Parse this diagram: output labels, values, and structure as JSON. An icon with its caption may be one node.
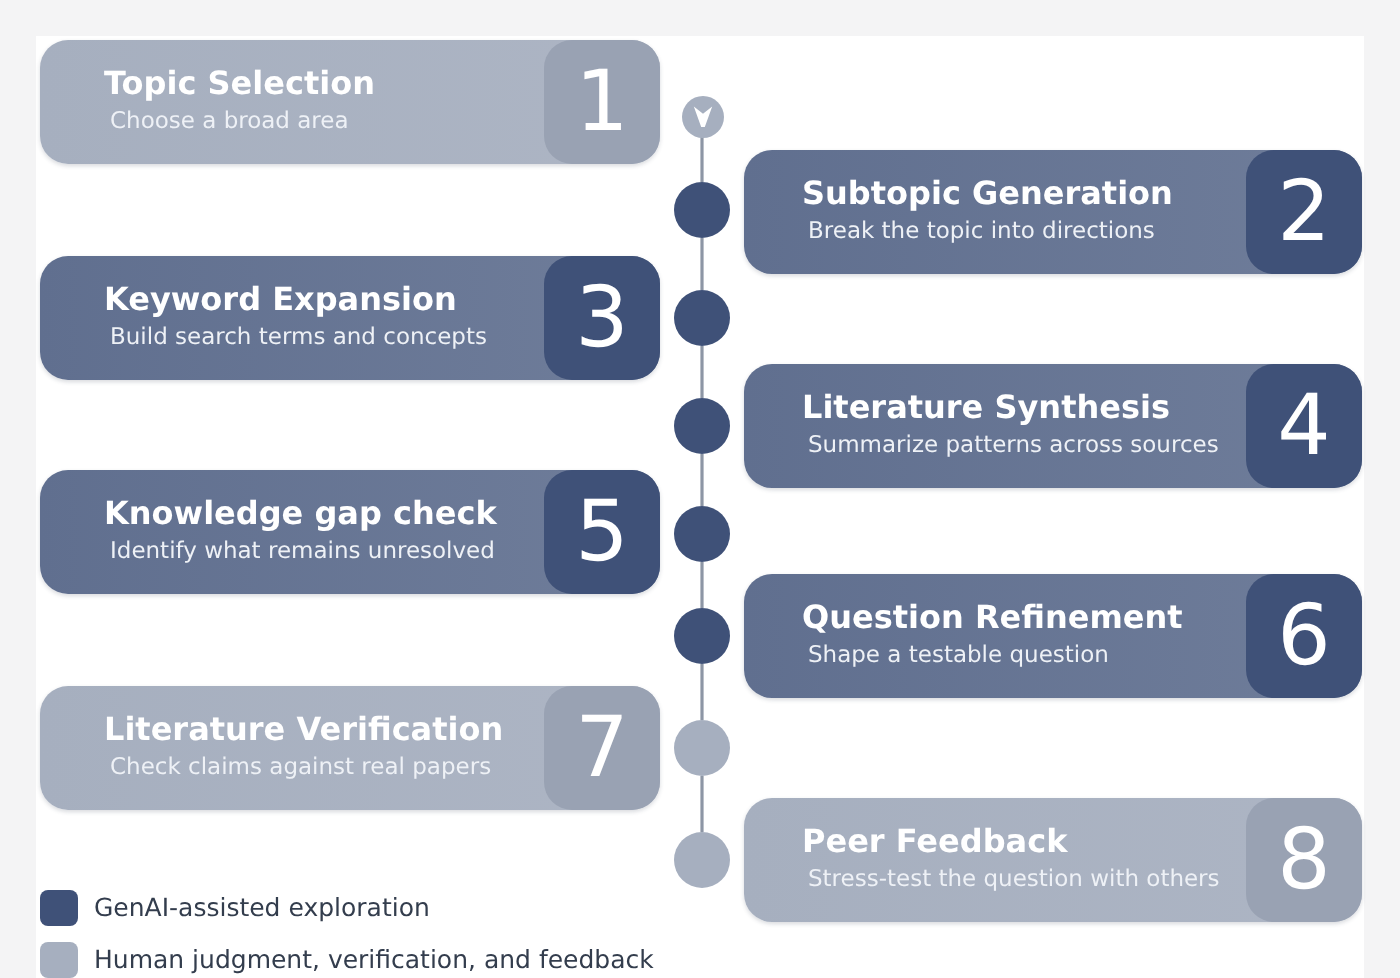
{
  "diagram": {
    "nodes": [
      {
        "text": [
          "Topic Selection",
          "Choose a broad area",
          "1"
        ]
      },
      {
        "text": [
          "Subtopic Generation",
          "Break the topic into directions",
          "2"
        ]
      },
      {
        "text": [
          "Keyword Expansion",
          "Build search terms and concepts",
          "3"
        ]
      },
      {
        "text": [
          "Literature Synthesis",
          "Summarize patterns across sources",
          "4"
        ]
      },
      {
        "text": [
          "Knowledge gap check",
          "Identify what remains unresolved",
          "5"
        ]
      },
      {
        "text": [
          "Question Refinement",
          "Shape a testable question",
          "6"
        ]
      },
      {
        "text": [
          "Literature Verification",
          "Check claims against real papers",
          "7"
        ]
      },
      {
        "text": [
          "Peer Feedback",
          "Stress-test the question with others",
          "8"
        ]
      },
      {
        "text": [],
        "shape": "circle"
      },
      {
        "text": [],
        "shape": "circle"
      },
      {
        "text": [],
        "shape": "circle"
      },
      {
        "text": [],
        "shape": "circle"
      },
      {
        "text": [],
        "shape": "circle"
      },
      {
        "text": [],
        "shape": "circle"
      },
      {
        "text": [],
        "shape": "circle"
      },
      {
        "text": [],
        "shape": "circle"
      }
    ],
    "edges": [
      {
        "from": 8,
        "to": 9,
        "arrow": "none"
      },
      {
        "from": 9,
        "to": 10,
        "arrow": "none"
      },
      {
        "from": 10,
        "to": 11,
        "arrow": "none"
      },
      {
        "from": 11,
        "to": 12,
        "arrow": "none"
      },
      {
        "from": 12,
        "to": 13,
        "arrow": "none"
      },
      {
        "from": 13,
        "to": 14,
        "arrow": "none"
      },
      {
        "from": 14,
        "to": 15,
        "arrow": "none"
      }
    ],
    "legend": [
      {
        "text": "GenAI-assisted exploration",
        "color": "#3f5178"
      },
      {
        "text": "Human judgment, verification, and feedback",
        "color": "#a6afbf"
      }
    ]
  }
}
